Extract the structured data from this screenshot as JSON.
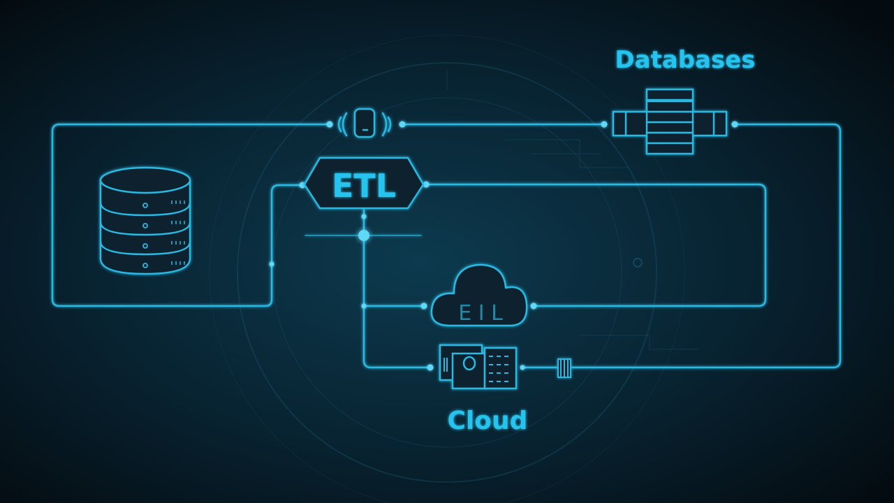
{
  "diagram": {
    "labels": {
      "databases": "Databases",
      "etl_main": "ETL",
      "etl_cloud": "E I L",
      "cloud": "Cloud"
    },
    "colors": {
      "background_center": "#0d3a4e",
      "background_edge": "#040b10",
      "line": "#29b9e2",
      "label": "#27c3ee",
      "node_fill": "#08222e"
    },
    "icons": {
      "left_store": "database-stack-icon",
      "top_connector": "phone-connector-icon",
      "databases": "database-server-icon",
      "etl": "hexagon-badge-icon",
      "hub": "junction-node-icon",
      "cloud": "cloud-icon",
      "cloud_server": "server-panel-icon",
      "small_connector": "mini-chip-icon"
    }
  }
}
